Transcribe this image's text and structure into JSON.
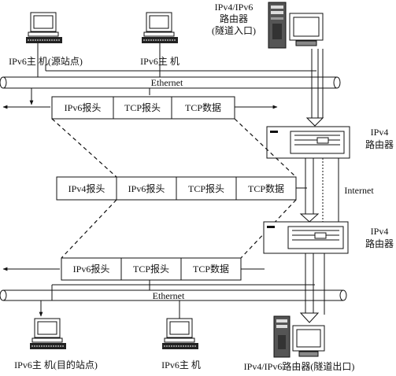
{
  "hosts": {
    "top_left_label": "IPv6主 机(源站点)",
    "top_mid_label": "IPv6主 机",
    "bottom_left_label": "IPv6主 机(目的站点)",
    "bottom_mid_label": "IPv6主 机"
  },
  "routers": {
    "tunnel_entry_lines": [
      "IPv4/IPv6",
      "路由器",
      "(隧道入口)"
    ],
    "tunnel_exit_label": "IPv4/IPv6路由器(隧道出口)",
    "ipv4_upper_lines": [
      "IPv4",
      "路由器"
    ],
    "ipv4_lower_lines": [
      "IPv4",
      "路由器"
    ]
  },
  "networks": {
    "top_bus_label": "Ethernet",
    "bottom_bus_label": "Ethernet",
    "internet_label": "Internet"
  },
  "packets": {
    "top": [
      "IPv6报头",
      "TCP报头",
      "TCP数据"
    ],
    "middle": [
      "IPv4报头",
      "IPv6报头",
      "TCP报头",
      "TCP数据"
    ],
    "bottom": [
      "IPv6报头",
      "TCP报头",
      "TCP数据"
    ]
  }
}
